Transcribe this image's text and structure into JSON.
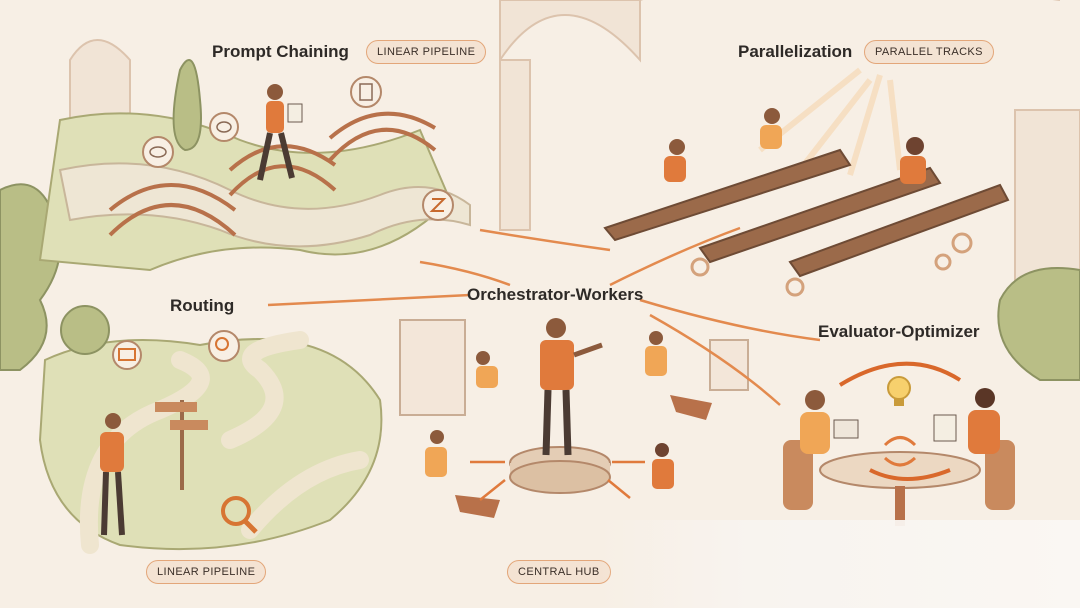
{
  "sections": {
    "prompt_chaining": {
      "title": "Prompt Chaining",
      "tag": "LINEAR PIPELINE"
    },
    "parallelization": {
      "title": "Parallelization",
      "tag": "PARALLEL TRACKS"
    },
    "routing": {
      "title": "Routing",
      "tag": "LINEAR PIPELINE"
    },
    "orchestrator_workers": {
      "title": "Orchestrator-Workers",
      "tag": "CENTRAL HUB"
    },
    "evaluator_optimizer": {
      "title": "Evaluator-Optimizer"
    }
  },
  "colors": {
    "background": "#f7efe5",
    "accent": "#e07a3c",
    "wood": "#b8714a",
    "foliage": "#cfcf9a",
    "path": "#efe5cf",
    "ink": "#2e2a27"
  },
  "icons": [
    "thought-bubble-icon",
    "scroll-icon",
    "sign-icon",
    "mail-icon",
    "magnifier-icon",
    "gear-icon",
    "lightbulb-icon",
    "cycle-arrows-icon"
  ]
}
